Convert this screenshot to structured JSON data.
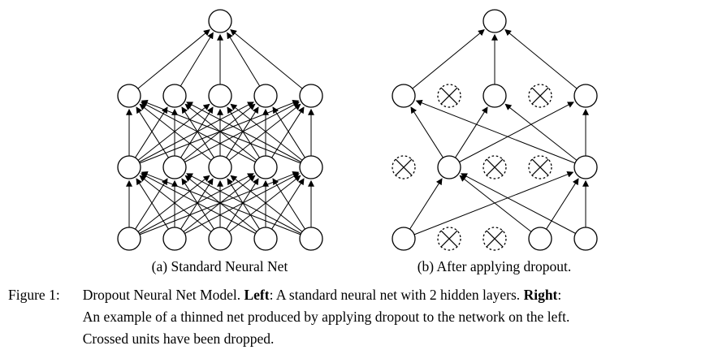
{
  "colors": {
    "ink": "#000000",
    "background": "#ffffff"
  },
  "caption": {
    "label": "Figure 1:",
    "part1": "Dropout Neural Net Model. ",
    "left_bold": "Left",
    "part2": ": A standard neural net with 2 hidden layers. ",
    "right_bold": "Right",
    "part3": ":",
    "line2": "An example of a thinned net produced by applying dropout to the network on the left.",
    "line3": "Crossed units have been dropped."
  },
  "diagrams": [
    {
      "name": "standard-neural-net",
      "subcaption": "(a) Standard Neural Net",
      "layers": [
        {
          "count": 5,
          "dropped": []
        },
        {
          "count": 5,
          "dropped": []
        },
        {
          "count": 5,
          "dropped": []
        },
        {
          "count": 1,
          "dropped": []
        }
      ]
    },
    {
      "name": "after-applying-dropout",
      "subcaption": "(b) After applying dropout.",
      "layers": [
        {
          "count": 5,
          "dropped": [
            1,
            2
          ]
        },
        {
          "count": 5,
          "dropped": [
            0,
            2,
            3
          ]
        },
        {
          "count": 5,
          "dropped": [
            1,
            3
          ]
        },
        {
          "count": 1,
          "dropped": []
        }
      ]
    }
  ]
}
